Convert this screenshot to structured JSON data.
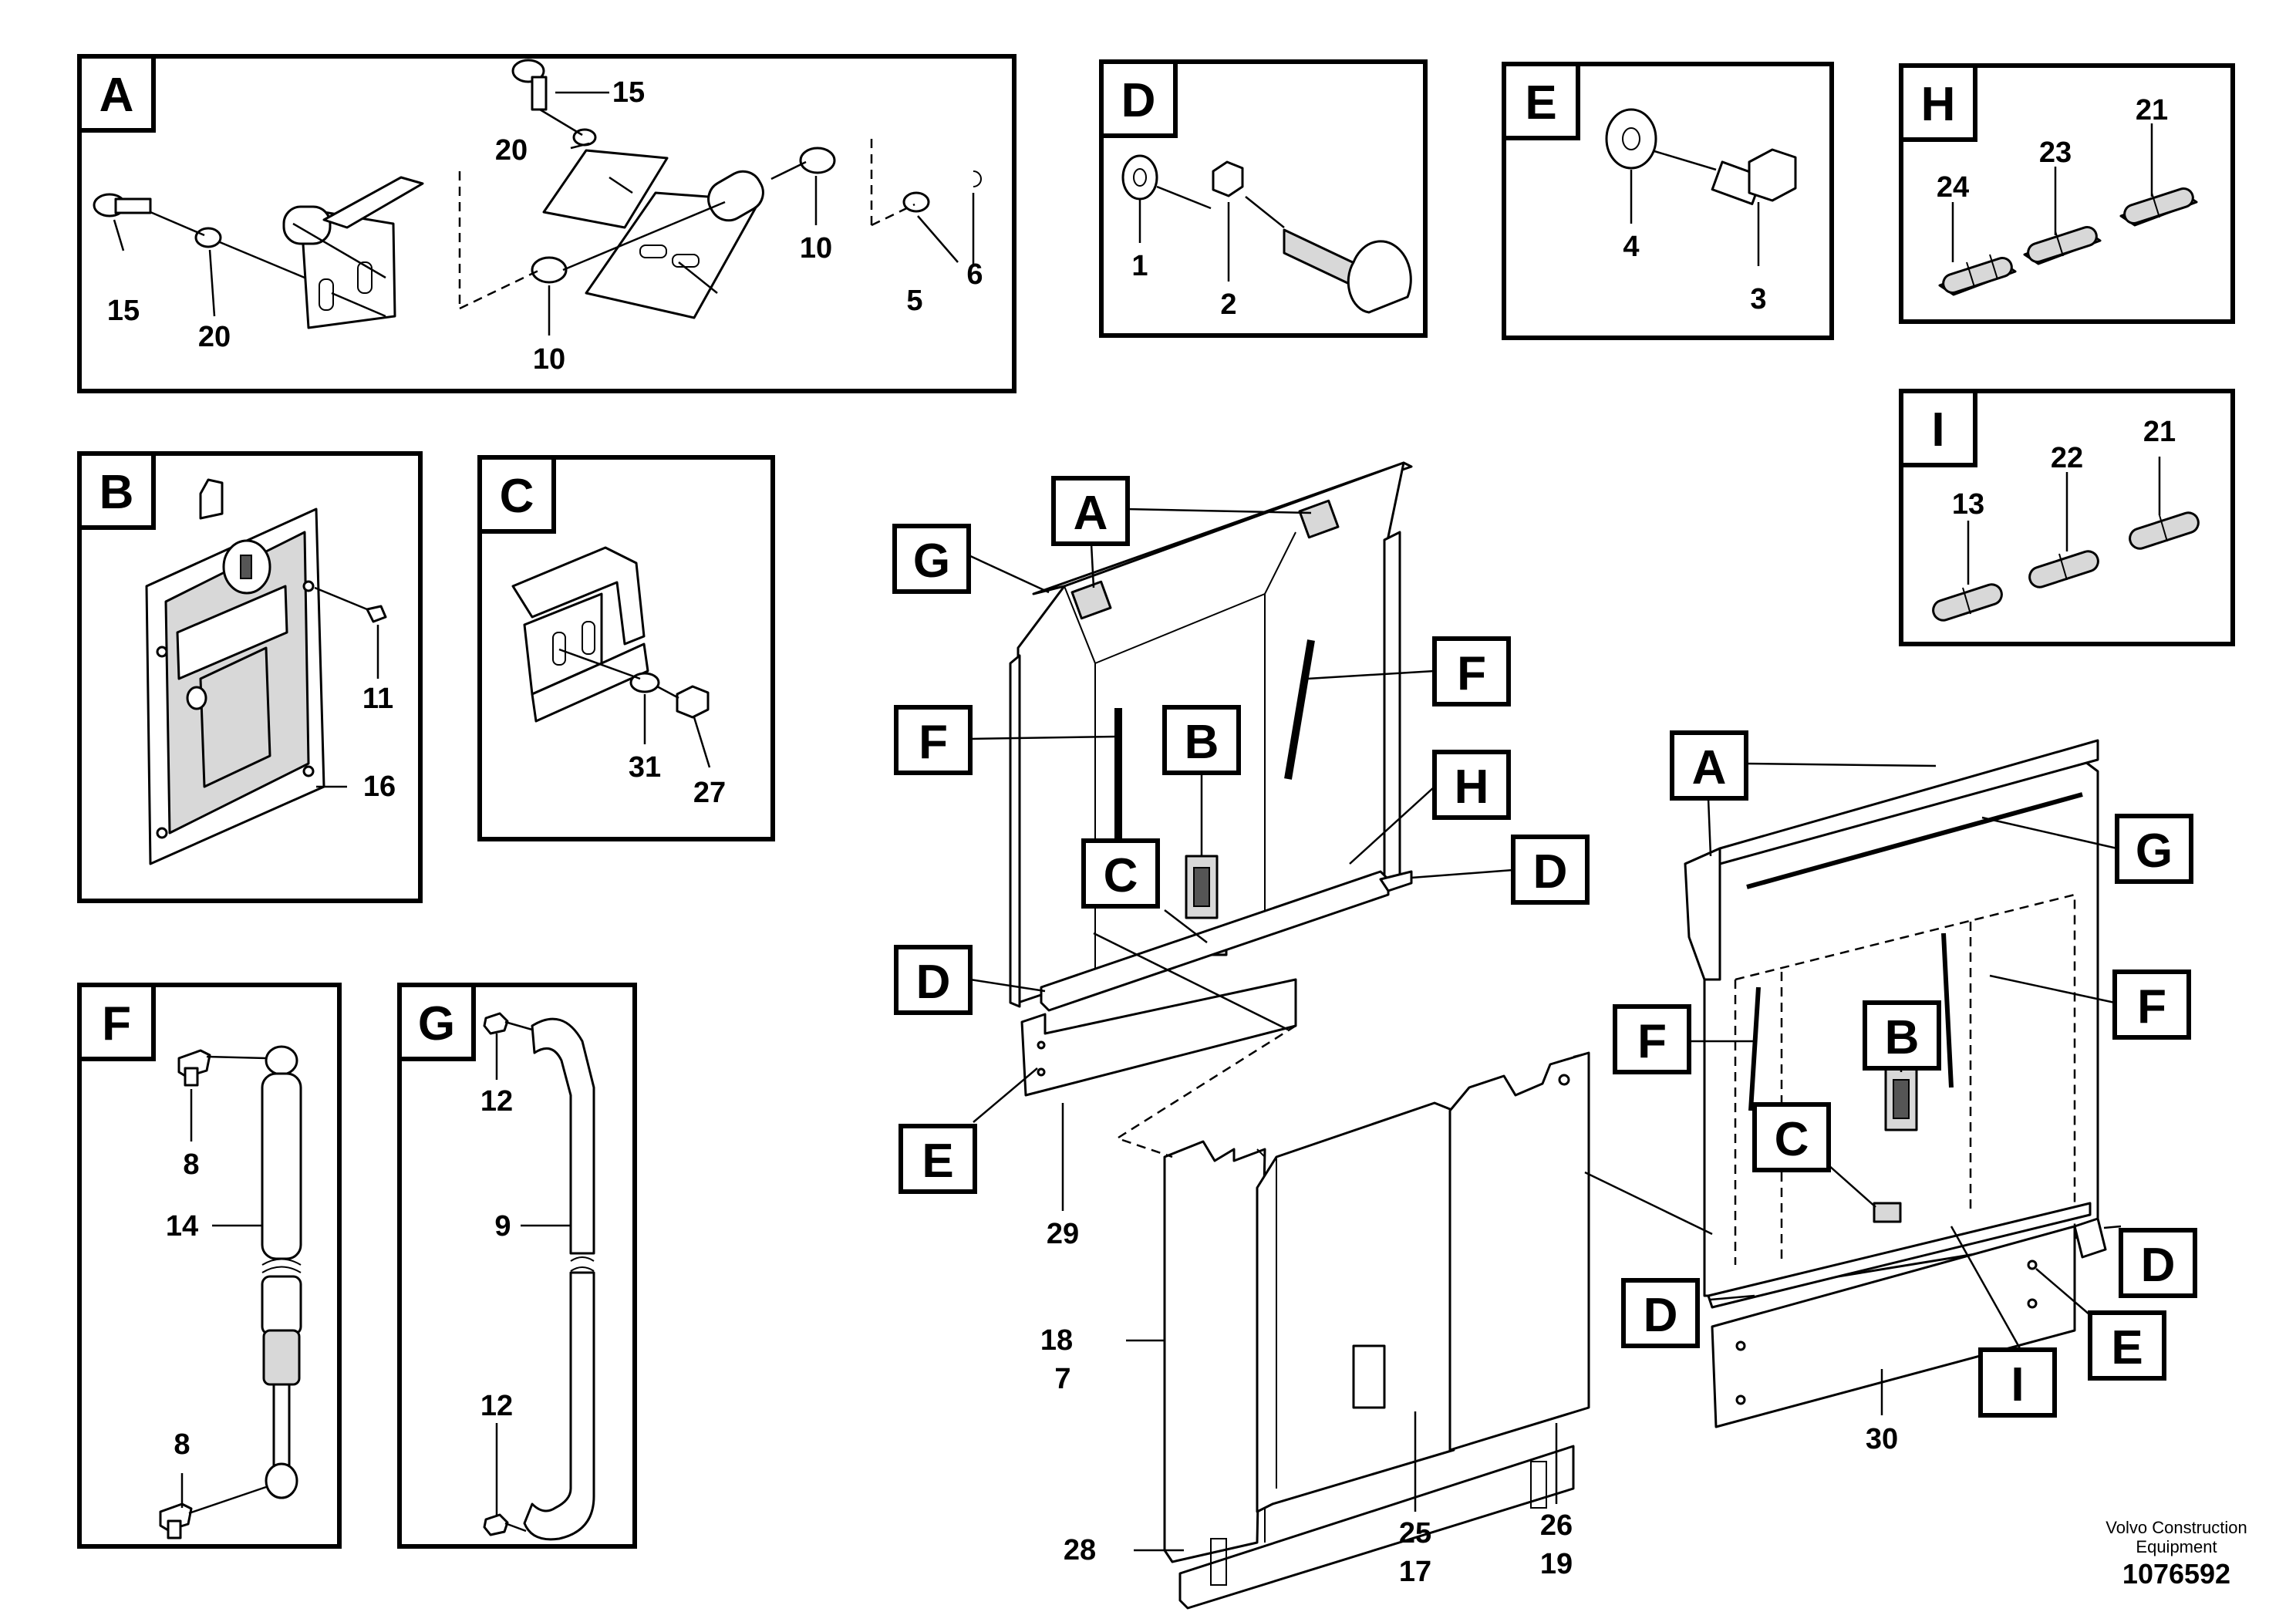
{
  "credit": {
    "line1": "Volvo Construction",
    "line2": "Equipment",
    "part_number": "1076592"
  },
  "panels": {
    "A": {
      "letter": "A",
      "labels": [
        "15",
        "20",
        "15",
        "20",
        "10",
        "10",
        "5",
        "6"
      ]
    },
    "B": {
      "letter": "B",
      "labels": [
        "11",
        "16"
      ]
    },
    "C": {
      "letter": "C",
      "labels": [
        "31",
        "27"
      ]
    },
    "D": {
      "letter": "D",
      "labels": [
        "1",
        "2"
      ]
    },
    "E": {
      "letter": "E",
      "labels": [
        "4",
        "3"
      ]
    },
    "F": {
      "letter": "F",
      "labels": [
        "8",
        "14",
        "8"
      ]
    },
    "G": {
      "letter": "G",
      "labels": [
        "12",
        "9",
        "12"
      ]
    },
    "H": {
      "letter": "H",
      "labels": [
        "24",
        "23",
        "21"
      ]
    },
    "I": {
      "letter": "I",
      "labels": [
        "13",
        "22",
        "21"
      ]
    }
  },
  "callouts": {
    "left_assembly": [
      "A",
      "G",
      "F",
      "F",
      "B",
      "H",
      "C",
      "D",
      "D",
      "E"
    ],
    "right_assembly": [
      "A",
      "G",
      "F",
      "F",
      "B",
      "C",
      "D",
      "D",
      "E",
      "I"
    ]
  },
  "main_labels": {
    "bar_left": "29",
    "panel_side_a": "18",
    "panel_side_b": "7",
    "center_a": "25",
    "center_b": "17",
    "right_a": "26",
    "right_b": "19",
    "bottom_bar": "28",
    "bar_right": "30"
  }
}
